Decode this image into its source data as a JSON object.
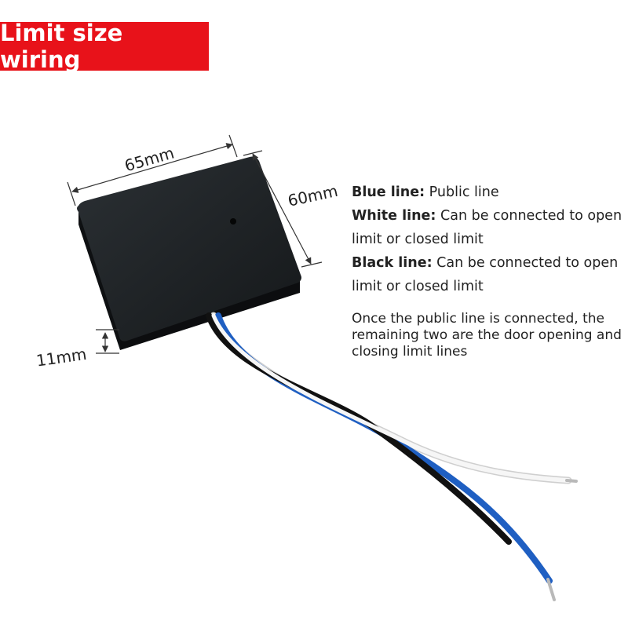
{
  "title": {
    "text": "Limit size wiring",
    "bg_color": "#e8121a"
  },
  "dimensions": {
    "width": "65mm",
    "depth": "60mm",
    "height": "11mm"
  },
  "descriptions": [
    {
      "label": "Blue line:",
      "text": "Public line"
    },
    {
      "label": "White line:",
      "text": "Can be connected to open",
      "continuation": "limit or closed limit"
    },
    {
      "label": "Black line:",
      "text": "Can be connected to open",
      "continuation": "limit or closed limit"
    }
  ],
  "note": "Once the public line is connected, the remaining two are the door opening and closing limit lines",
  "colors": {
    "module_body": "#1d2124",
    "wire_blue": "#1f5fc2",
    "wire_white": "#f4f4f4",
    "wire_black": "#111111",
    "text": "#222222"
  }
}
